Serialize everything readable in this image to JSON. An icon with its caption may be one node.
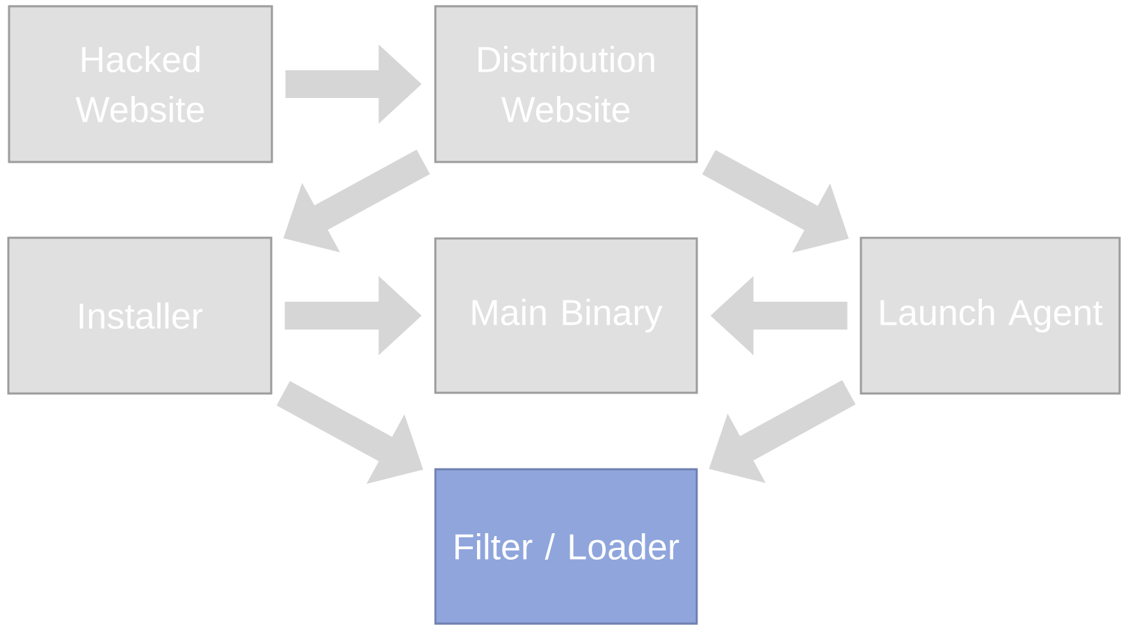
{
  "diagram": {
    "nodes": [
      {
        "text": [
          "Hacked Website"
        ]
      },
      {
        "text": [
          "Distribution Website"
        ]
      },
      {
        "text": [
          "Installer"
        ]
      },
      {
        "text": [
          "Main Binary"
        ]
      },
      {
        "text": [
          "Launch Agent"
        ]
      },
      {
        "text": [
          "Filter / Loader"
        ]
      }
    ],
    "edges": [
      {
        "from": 0,
        "to": 1,
        "arrow": "to"
      },
      {
        "from": 1,
        "to": 2,
        "arrow": "to"
      },
      {
        "from": 1,
        "to": 4,
        "arrow": "to"
      },
      {
        "from": 2,
        "to": 3,
        "arrow": "to"
      },
      {
        "from": 4,
        "to": 3,
        "arrow": "to"
      },
      {
        "from": 2,
        "to": 5,
        "arrow": "to"
      },
      {
        "from": 4,
        "to": 5,
        "arrow": "to"
      }
    ]
  }
}
